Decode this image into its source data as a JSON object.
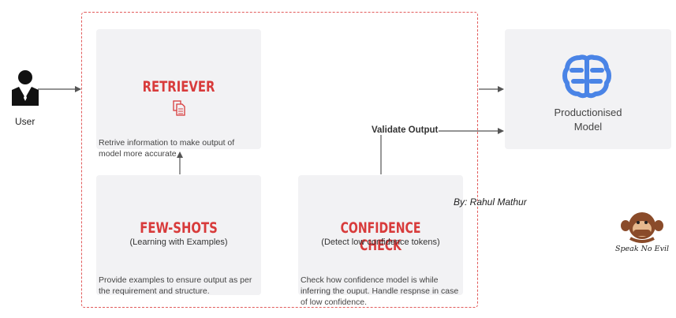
{
  "user": {
    "label": "User"
  },
  "retriever": {
    "title": "RETRIEVER",
    "description": "Retrive information to make output of model more accurate"
  },
  "fewshots": {
    "title": "FEW-SHOTS",
    "subtitle": "(Learning with Examples)",
    "description": "Provide examples to ensure output as per the requirement and structure."
  },
  "confidence": {
    "title": "CONFIDENCE CHECK",
    "subtitle": "(Detect low confidence tokens)",
    "description": "Check how confidence model is while inferring the ouput. Handle respnse in case of low confidence."
  },
  "validate": {
    "label": "Validate Output"
  },
  "model": {
    "label_line1": "Productionised",
    "label_line2": "Model"
  },
  "credit": {
    "author": "By: Rahul Mathur",
    "logo_text": "Speak No Evil"
  },
  "colors": {
    "accent": "#d83b3b",
    "frame": "#e25b5b",
    "card": "#f2f2f4",
    "brain": "#4a84e6"
  },
  "icons": [
    "user-icon",
    "document-icon",
    "brain-icon",
    "monkey-logo-icon"
  ]
}
